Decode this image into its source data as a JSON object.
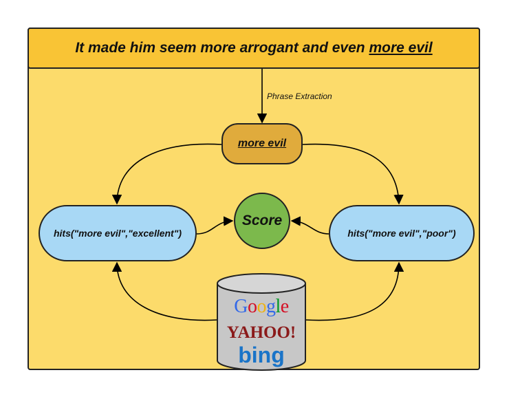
{
  "header": {
    "text_prefix": "It made him seem more arrogant and even ",
    "text_highlight": "more evil"
  },
  "edge_label": "Phrase Extraction",
  "nodes": {
    "phrase": "more evil",
    "left_hits": "hits(\"more evil\",\"excellent\")",
    "right_hits": "hits(\"more evil\",\"poor\")",
    "score": "Score"
  },
  "search_engines": {
    "google": [
      "G",
      "o",
      "o",
      "g",
      "l",
      "e"
    ],
    "google_colors": [
      "#3369E8",
      "#D50F25",
      "#EEB211",
      "#3369E8",
      "#009925",
      "#D50F25"
    ],
    "yahoo": "YAHOO!",
    "bing": "bing"
  }
}
